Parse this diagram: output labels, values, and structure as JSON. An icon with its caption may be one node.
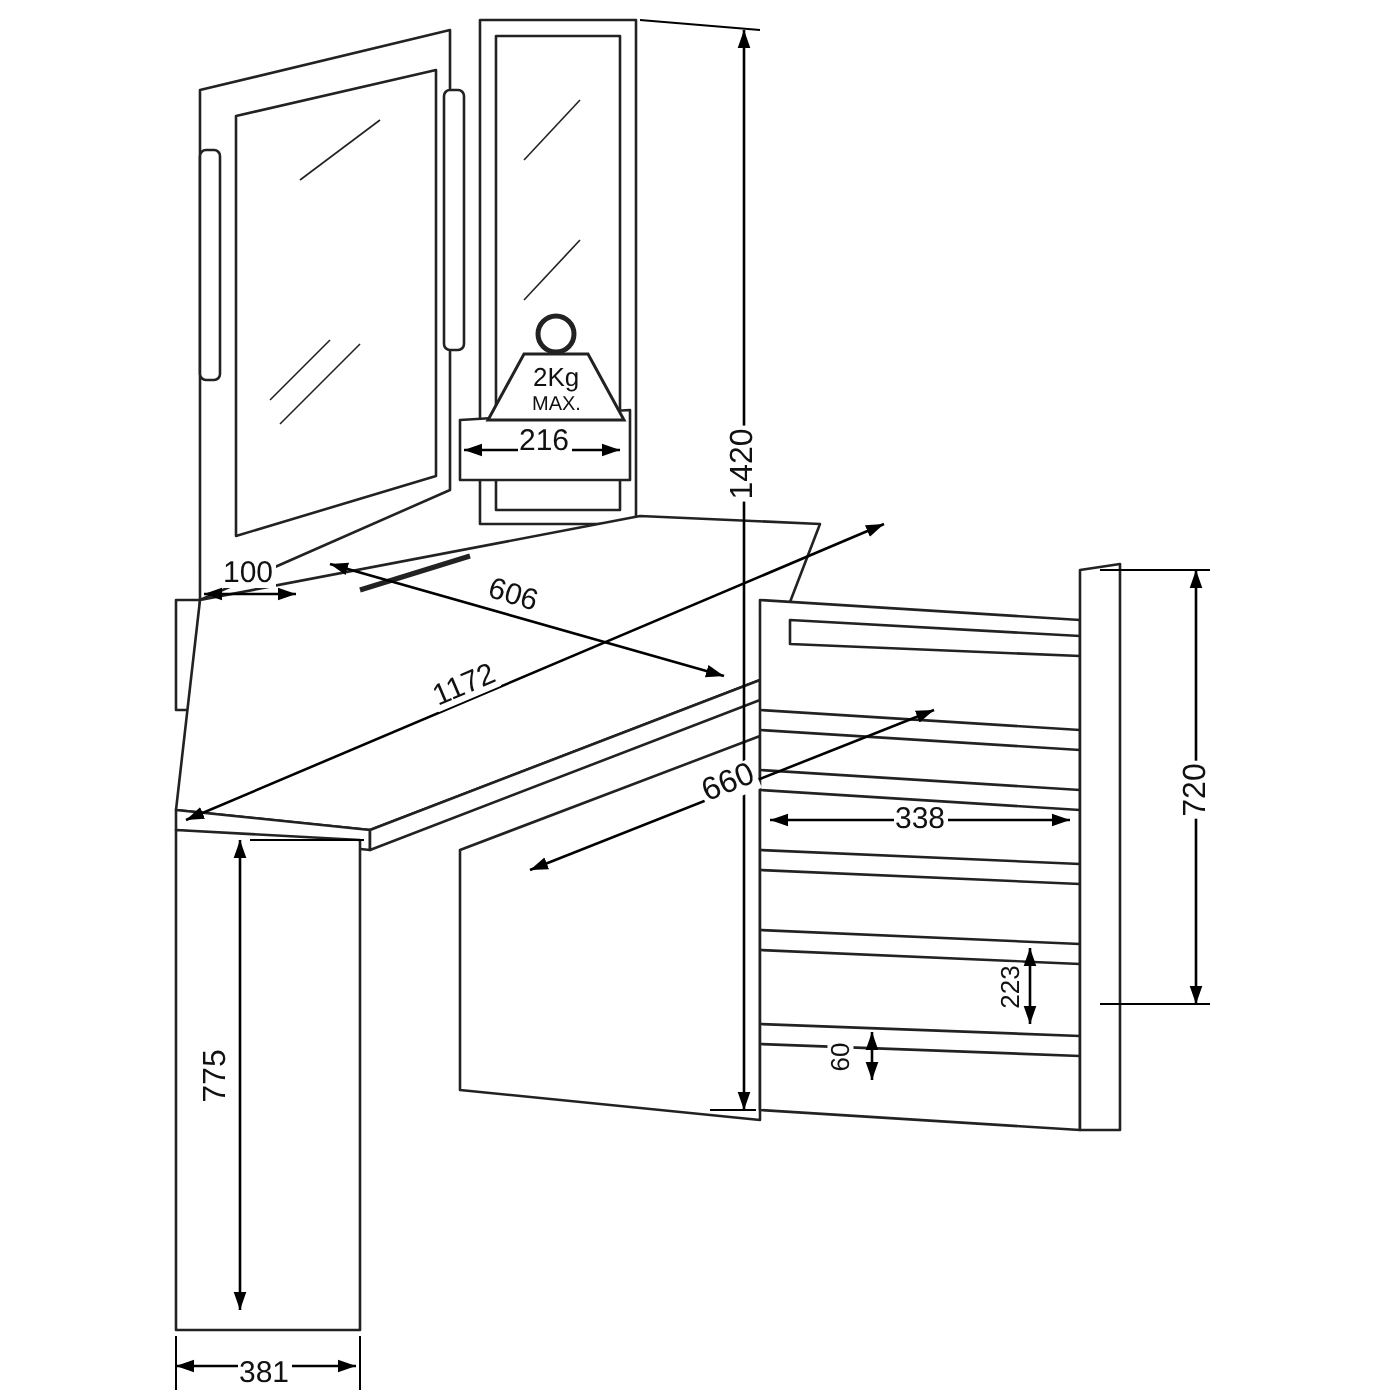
{
  "diagram": {
    "labels": [
      "1420",
      "2Kg",
      "MAX.",
      "216",
      "100",
      "606",
      "1172",
      "660",
      "338",
      "720",
      "223",
      "60",
      "775",
      "381"
    ]
  }
}
